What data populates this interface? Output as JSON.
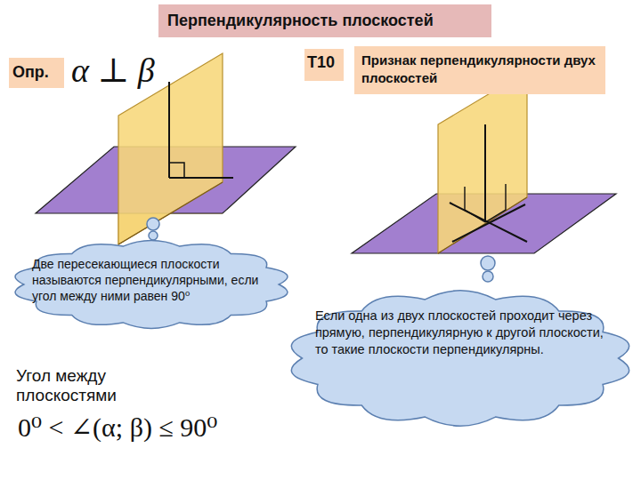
{
  "diagram": {
    "title": "Перпендикулярность плоскостей",
    "nodes": [
      {
        "text": [
          "Опр."
        ]
      },
      {
        "text": [
          "Т10"
        ]
      },
      {
        "text": [
          "Признак перпендикулярности двух плоскостей"
        ]
      },
      {
        "text": [
          "Две пересекающиеся плоскости называются перпендикулярными, если угол между ними равен 90⁰"
        ]
      },
      {
        "text": [
          "Если одна из двух плоскостей проходит через прямую, перпендикулярную к другой плоскости, то такие плоскости перпендикулярны."
        ]
      }
    ],
    "labels": [
      "α ⊥ β",
      "Угол между плоскостями",
      "0⁰ < ∠(α; β) ≤ 90⁰"
    ]
  }
}
